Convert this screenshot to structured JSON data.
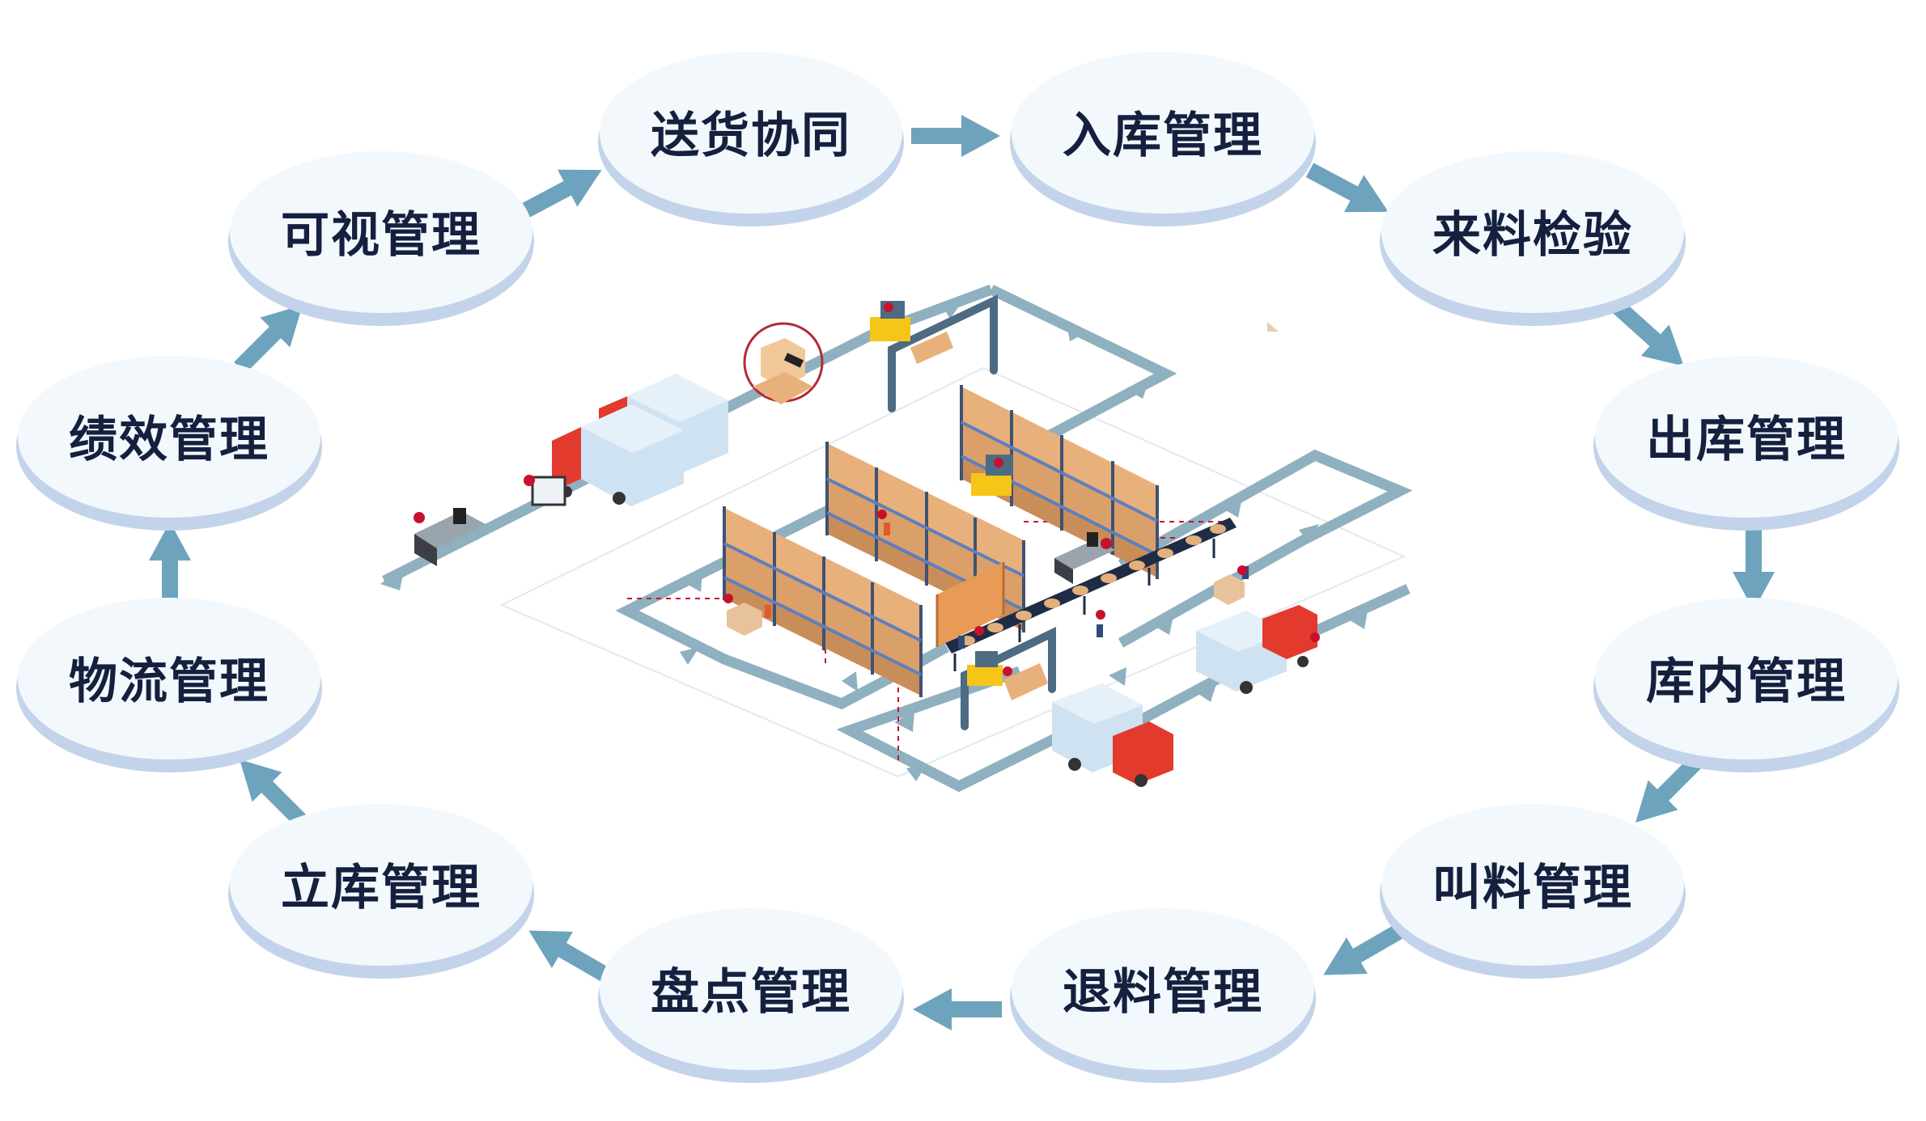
{
  "diagram": {
    "type": "circular-process-flow",
    "center_illustration": "isometric-warehouse-logistics",
    "nodes": [
      {
        "id": "delivery",
        "label": "送货协同"
      },
      {
        "id": "inbound",
        "label": "入库管理"
      },
      {
        "id": "incoming-inspection",
        "label": "来料检验"
      },
      {
        "id": "outbound",
        "label": "出库管理"
      },
      {
        "id": "in-warehouse",
        "label": "库内管理"
      },
      {
        "id": "material-call",
        "label": "叫料管理"
      },
      {
        "id": "material-return",
        "label": "退料管理"
      },
      {
        "id": "stocktaking",
        "label": "盘点管理"
      },
      {
        "id": "asrs",
        "label": "立库管理"
      },
      {
        "id": "logistics",
        "label": "物流管理"
      },
      {
        "id": "performance",
        "label": "绩效管理"
      },
      {
        "id": "visualization",
        "label": "可视管理"
      }
    ],
    "flow": [
      [
        "送货协同",
        "入库管理"
      ],
      [
        "入库管理",
        "来料检验"
      ],
      [
        "来料检验",
        "出库管理"
      ],
      [
        "出库管理",
        "库内管理"
      ],
      [
        "库内管理",
        "叫料管理"
      ],
      [
        "叫料管理",
        "退料管理"
      ],
      [
        "退料管理",
        "盘点管理"
      ],
      [
        "盘点管理",
        "立库管理"
      ],
      [
        "立库管理",
        "物流管理"
      ],
      [
        "物流管理",
        "绩效管理"
      ],
      [
        "绩效管理",
        "可视管理"
      ],
      [
        "可视管理",
        "送货协同"
      ]
    ],
    "colors": {
      "node_face": "#f3f8fd",
      "node_rim": "#c3d4ea",
      "label_text": "#14203e",
      "arrow": "#6ea3bd",
      "path": "#8fb0bf",
      "truck_cab": "#e23a2c",
      "truck_box": "#cfe2f1",
      "box": "#e8b07a",
      "rack": "#4f6d96",
      "forklift": "#f5c518",
      "marker": "#c8102e"
    }
  }
}
